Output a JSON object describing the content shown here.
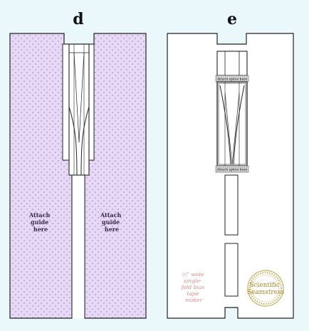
{
  "panels": {
    "d": {
      "label": "d",
      "fill_color": "#e6d9f4",
      "dot_color": "#c9a6e8",
      "guide_left": [
        "Attach",
        "guide",
        "here"
      ],
      "guide_right": [
        "Attach",
        "guide",
        "here"
      ]
    },
    "e": {
      "label": "e",
      "fill_color": "#ffffff",
      "splice_top": "Attach splice here",
      "splice_bottom": "Attach splice here",
      "tape_lines": [
        "½\" wide",
        "single-",
        "fold bias",
        "tape",
        "maker"
      ],
      "logo_lines": [
        "Scientific",
        "Seamstress"
      ],
      "tape_text_color": "#e08a8a",
      "logo_color": "#a8892a"
    }
  }
}
